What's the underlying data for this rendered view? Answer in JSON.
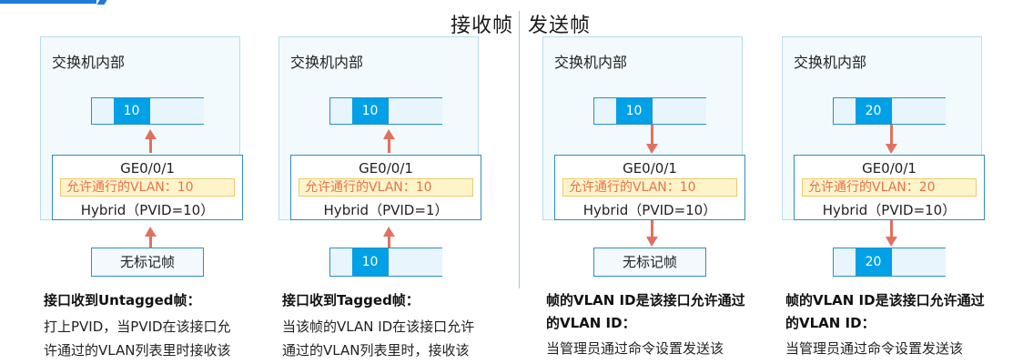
{
  "headings": {
    "receive": "接收帧",
    "send": "发送帧"
  },
  "colors": {
    "accent_blue": "#00a1e6",
    "arrow_red": "#e07160",
    "allowed_text": "#e8734a",
    "allowed_bg": "#fdf4c9"
  },
  "panels": [
    {
      "title": "交换机内部",
      "vlan_tag": "10",
      "port": "GE0/0/1",
      "allowed": "允许通行的VLAN：10",
      "hybrid": "Hybrid（PVID=10）",
      "external_label": "无标记帧",
      "desc_title": "接口收到Untagged帧：",
      "desc_lines": [
        "打上PVID，当PVID在该接口允",
        "许通过的VLAN列表里时接收该"
      ]
    },
    {
      "title": "交换机内部",
      "vlan_tag": "10",
      "port": "GE0/0/1",
      "allowed": "允许通行的VLAN：10",
      "hybrid": "Hybrid（PVID=1）",
      "external_tag": "10",
      "desc_title": "接口收到Tagged帧：",
      "desc_lines": [
        "当该帧的VLAN ID在该接口允许",
        "通过的VLAN列表里时，接收该"
      ]
    },
    {
      "title": "交换机内部",
      "vlan_tag": "10",
      "port": "GE0/0/1",
      "allowed": "允许通行的VLAN：10",
      "hybrid": "Hybrid（PVID=10）",
      "external_label": "无标记帧",
      "desc_title_lines": [
        "帧的VLAN ID是该接口允许通过",
        "的VLAN ID："
      ],
      "desc_lines": [
        "当管理员通过命令设置发送该"
      ]
    },
    {
      "title": "交换机内部",
      "vlan_tag": "20",
      "port": "GE0/0/1",
      "allowed": "允许通行的VLAN：20",
      "hybrid": "Hybrid（PVID=10）",
      "external_tag": "20",
      "desc_title_lines": [
        "帧的VLAN ID是该接口允许通过",
        "的VLAN ID："
      ],
      "desc_lines": [
        "当管理员通过命令设置发送该"
      ]
    }
  ]
}
